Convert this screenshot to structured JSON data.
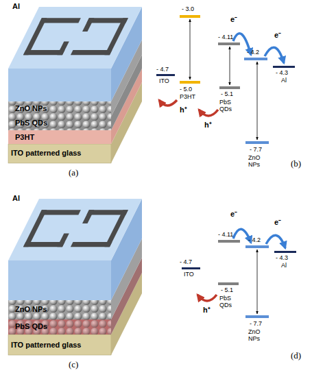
{
  "diagram": {
    "labels": [
      "Al",
      "ZnO NPs",
      "PbS QDs",
      "P3HT",
      "ITO patterned glass",
      "(a)",
      "- 3.0",
      "- 4.11",
      "e⁻",
      "- 4.2",
      "e⁻",
      "- 4.3",
      "Al",
      "- 4.7",
      "ITO",
      "- 5.0",
      "P3HT",
      "- 5.1",
      "PbS QDs",
      "h⁺",
      "h⁺",
      "- 7.7",
      "ZnO NPs",
      "(b)",
      "Al",
      "ZnO NPs",
      "PbS QDs",
      "ITO patterned glass",
      "(c)",
      "e⁻",
      "- 4.11",
      "- 4.2",
      "e⁻",
      "- 4.3",
      "Al",
      "- 4.7",
      "ITO",
      "- 5.1",
      "PbS QDs",
      "h⁺",
      "- 7.7",
      "ZnO NPs",
      "(d)"
    ]
  }
}
